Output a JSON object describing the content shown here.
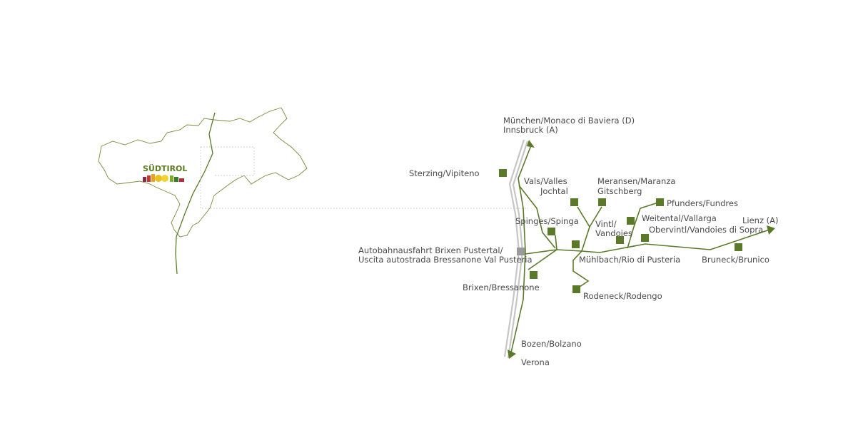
{
  "logo": {
    "text": "SÜDTIROL"
  },
  "colors": {
    "route": "#5a7a2a",
    "stop": "#5a7a2a",
    "highway": "#c6c6c6",
    "exit": "#9a9a9a",
    "outline": "#7a8a3a"
  },
  "labels": {
    "north_line1": "München/Monaco di Baviera (D)",
    "north_line2": "Innsbruck (A)",
    "sterzing": "Sterzing/Vipiteno",
    "vals_line1": "Vals/Valles",
    "vals_line2": "Jochtal",
    "meransen_line1": "Meransen/Maranza",
    "meransen_line2": "Gitschberg",
    "pfunders": "Pfunders/Fundres",
    "weitental": "Weitental/Vallarga",
    "lienz": "Lienz (A)",
    "spinges": "Spinges/Spinga",
    "vintl_line1": "Vintl/",
    "vintl_line2": "Vandoies",
    "obervintl": "Obervintl/Vandoies di Sopra",
    "exit_line1": "Autobahnausfahrt Brixen Pustertal/",
    "exit_line2": "Uscita autostrada Bressanone Val Pusteria",
    "muehlbach": "Mühlbach/Rio di Pusteria",
    "bruneck": "Bruneck/Brunico",
    "brixen": "Brixen/Bressanone",
    "rodeneck": "Rodeneck/Rodengo",
    "bozen": "Bozen/Bolzano",
    "verona": "Verona"
  }
}
